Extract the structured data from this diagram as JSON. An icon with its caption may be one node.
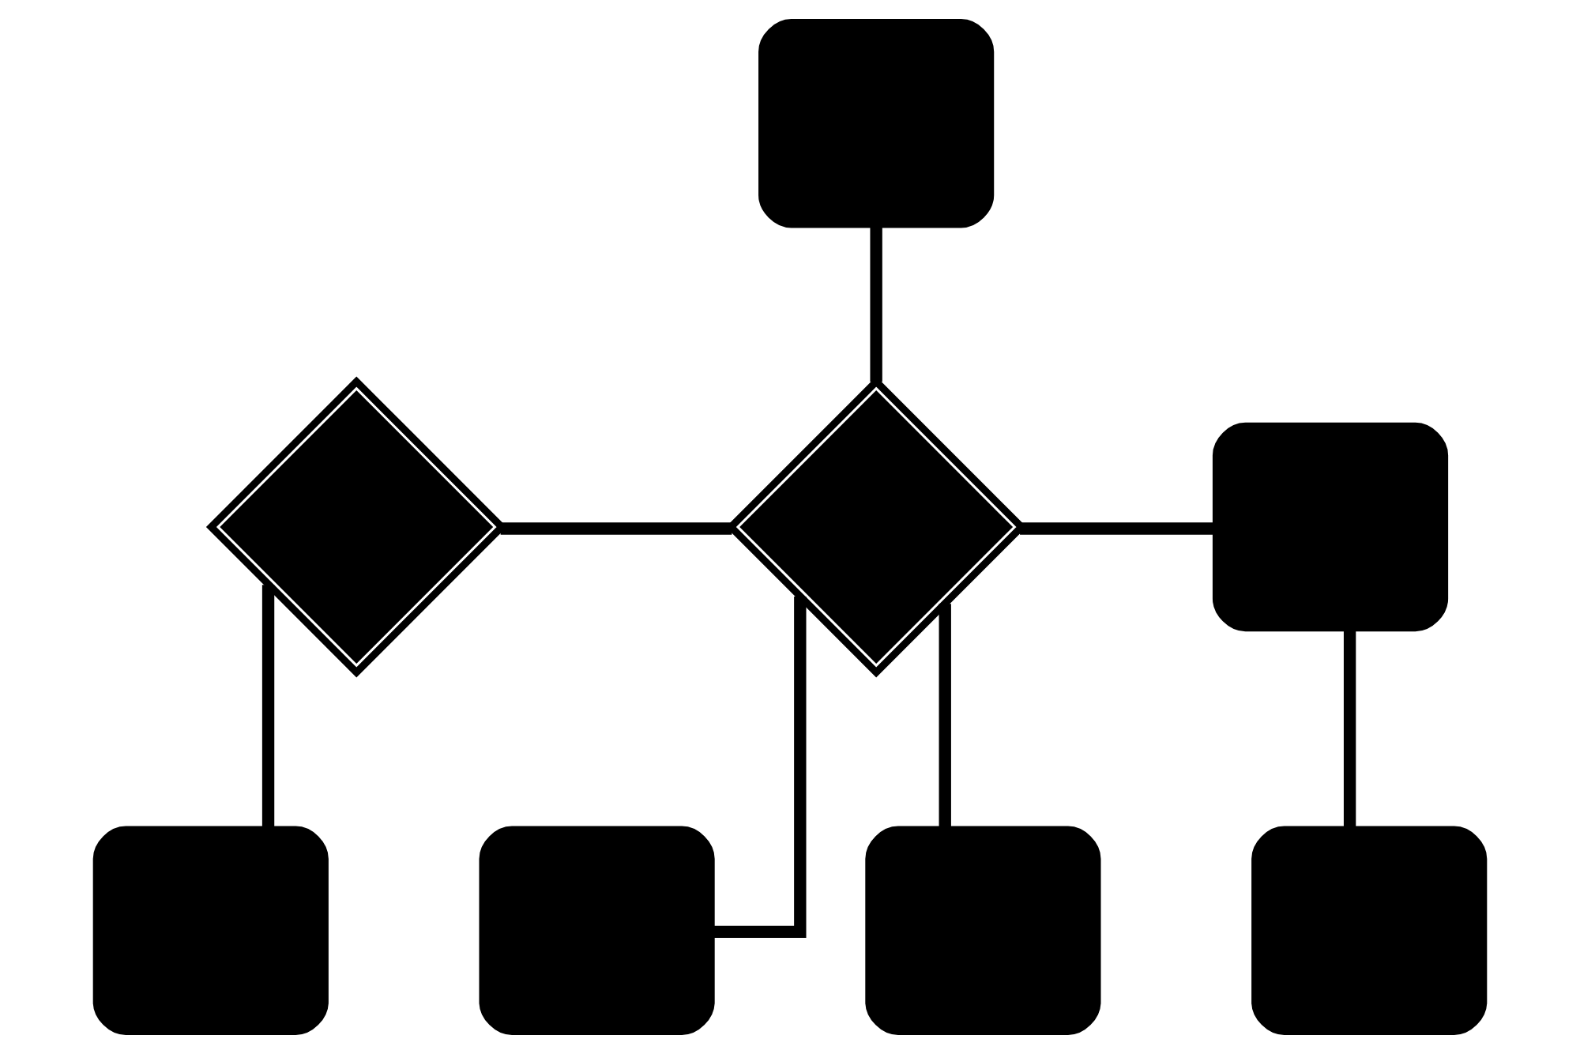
{
  "diagram": {
    "nodes": [
      {
        "text": [],
        "shape": "box"
      },
      {
        "text": [],
        "shape": "diamond"
      },
      {
        "text": [],
        "shape": "diamond"
      },
      {
        "text": [],
        "shape": "box"
      },
      {
        "text": [],
        "shape": "box"
      },
      {
        "text": [],
        "shape": "box"
      },
      {
        "text": [],
        "shape": "box"
      },
      {
        "text": [],
        "shape": "box"
      }
    ],
    "edges": [
      {
        "from": 0,
        "to": 2,
        "arrow": "none"
      },
      {
        "from": 1,
        "to": 2,
        "arrow": "none"
      },
      {
        "from": 2,
        "to": 3,
        "arrow": "none"
      },
      {
        "from": 1,
        "to": 4,
        "arrow": "none"
      },
      {
        "from": 2,
        "to": 5,
        "arrow": "none"
      },
      {
        "from": 2,
        "to": 6,
        "arrow": "none"
      },
      {
        "from": 3,
        "to": 7,
        "arrow": "none"
      }
    ]
  }
}
